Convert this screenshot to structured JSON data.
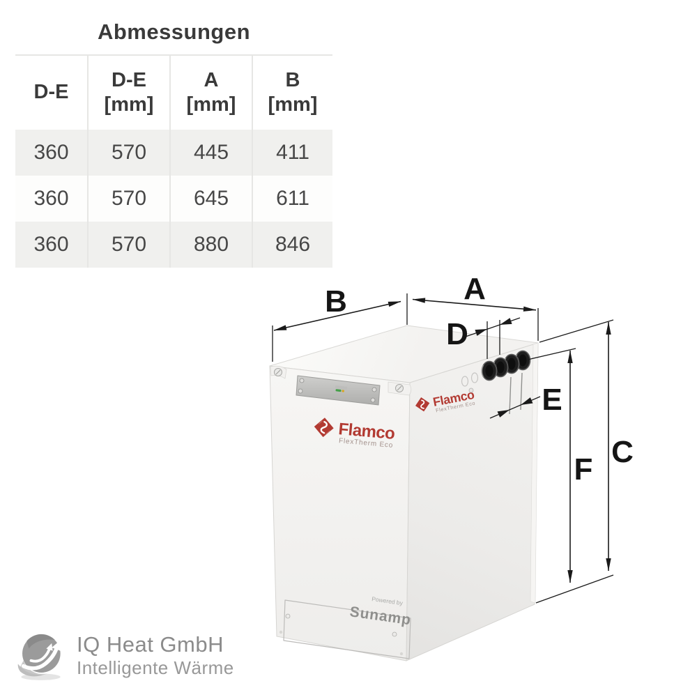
{
  "dimensions_table": {
    "title": "Abmessungen",
    "columns": [
      {
        "label": "D-E",
        "unit": ""
      },
      {
        "label": "D-E",
        "unit": "[mm]"
      },
      {
        "label": "A",
        "unit": "[mm]"
      },
      {
        "label": "B",
        "unit": "[mm]"
      }
    ],
    "rows": [
      [
        "360",
        "570",
        "445",
        "411"
      ],
      [
        "360",
        "570",
        "645",
        "611"
      ],
      [
        "360",
        "570",
        "880",
        "846"
      ]
    ]
  },
  "diagram": {
    "labels": {
      "a": "A",
      "b": "B",
      "c": "C",
      "d": "D",
      "e": "E",
      "f": "F"
    },
    "device": {
      "brand": "Flamco",
      "model": "FlexTherm Eco",
      "powered_by": "Powered by",
      "powered_brand": "Sunamp"
    },
    "colors": {
      "brand_red": "#b23a32",
      "dimension_line": "#1a1a1a",
      "panel_gray": "#bfbfbd",
      "pipe_dark": "#1e1e1e"
    }
  },
  "footer": {
    "company": "IQ Heat GmbH",
    "tagline": "Intelligente Wärme"
  }
}
